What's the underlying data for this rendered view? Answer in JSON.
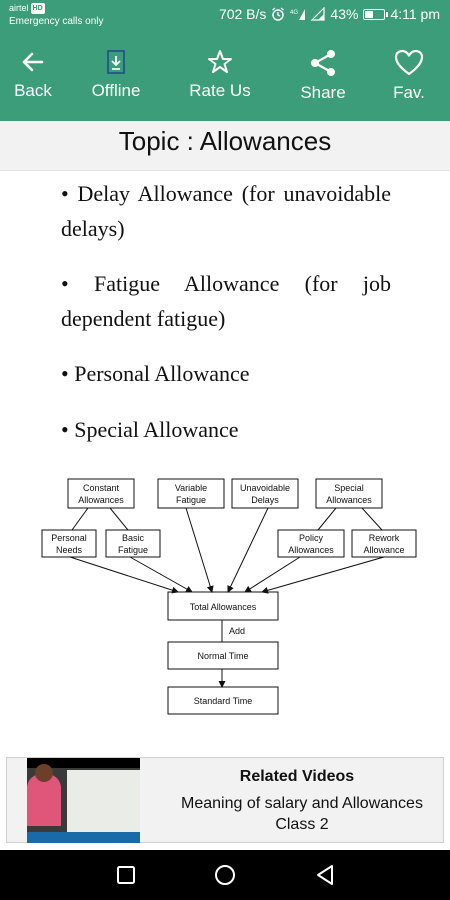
{
  "status_bar": {
    "carrier": "airtel",
    "carrier_badge": "HD",
    "emergency": "Emergency calls only",
    "net_speed": "702 B/s",
    "battery": "43%",
    "battery_level": 0.43,
    "time": "4:11 pm"
  },
  "toolbar": {
    "back_label": "Back",
    "offline_label": "Offline",
    "rate_label": "Rate Us",
    "share_label": "Share",
    "fav_label": "Fav."
  },
  "topic": {
    "title": "Topic : Allowances"
  },
  "bullets": [
    "•     Delay Allowance (for unavoidable delays)",
    "•  Fatigue Allowance (for job dependent fatigue)",
    "• Personal Allowance",
    "• Special Allowance"
  ],
  "diagram": {
    "constant_allowances": [
      "Constant",
      "Allowances"
    ],
    "variable_fatigue": [
      "Variable",
      "Fatigue"
    ],
    "unavoidable_delays": [
      "Unavoidable",
      "Delays"
    ],
    "special_allowances": [
      "Special",
      "Allowances"
    ],
    "personal_needs": [
      "Personal",
      "Needs"
    ],
    "basic_fatigue": [
      "Basic",
      "Fatigue"
    ],
    "policy_allowances": [
      "Policy",
      "Allowances"
    ],
    "rework_allowance": [
      "Rework",
      "Allowance"
    ],
    "total_allowances": "Total Allowances",
    "add": "Add",
    "normal_time": "Normal Time",
    "standard_time": "Standard Time"
  },
  "related": {
    "title": "Related Videos",
    "line1": "Meaning of salary and Allowances",
    "line2": "Class 2"
  },
  "colors": {
    "primary": "#3c9d7a",
    "title_bg": "#f2f2f2"
  }
}
